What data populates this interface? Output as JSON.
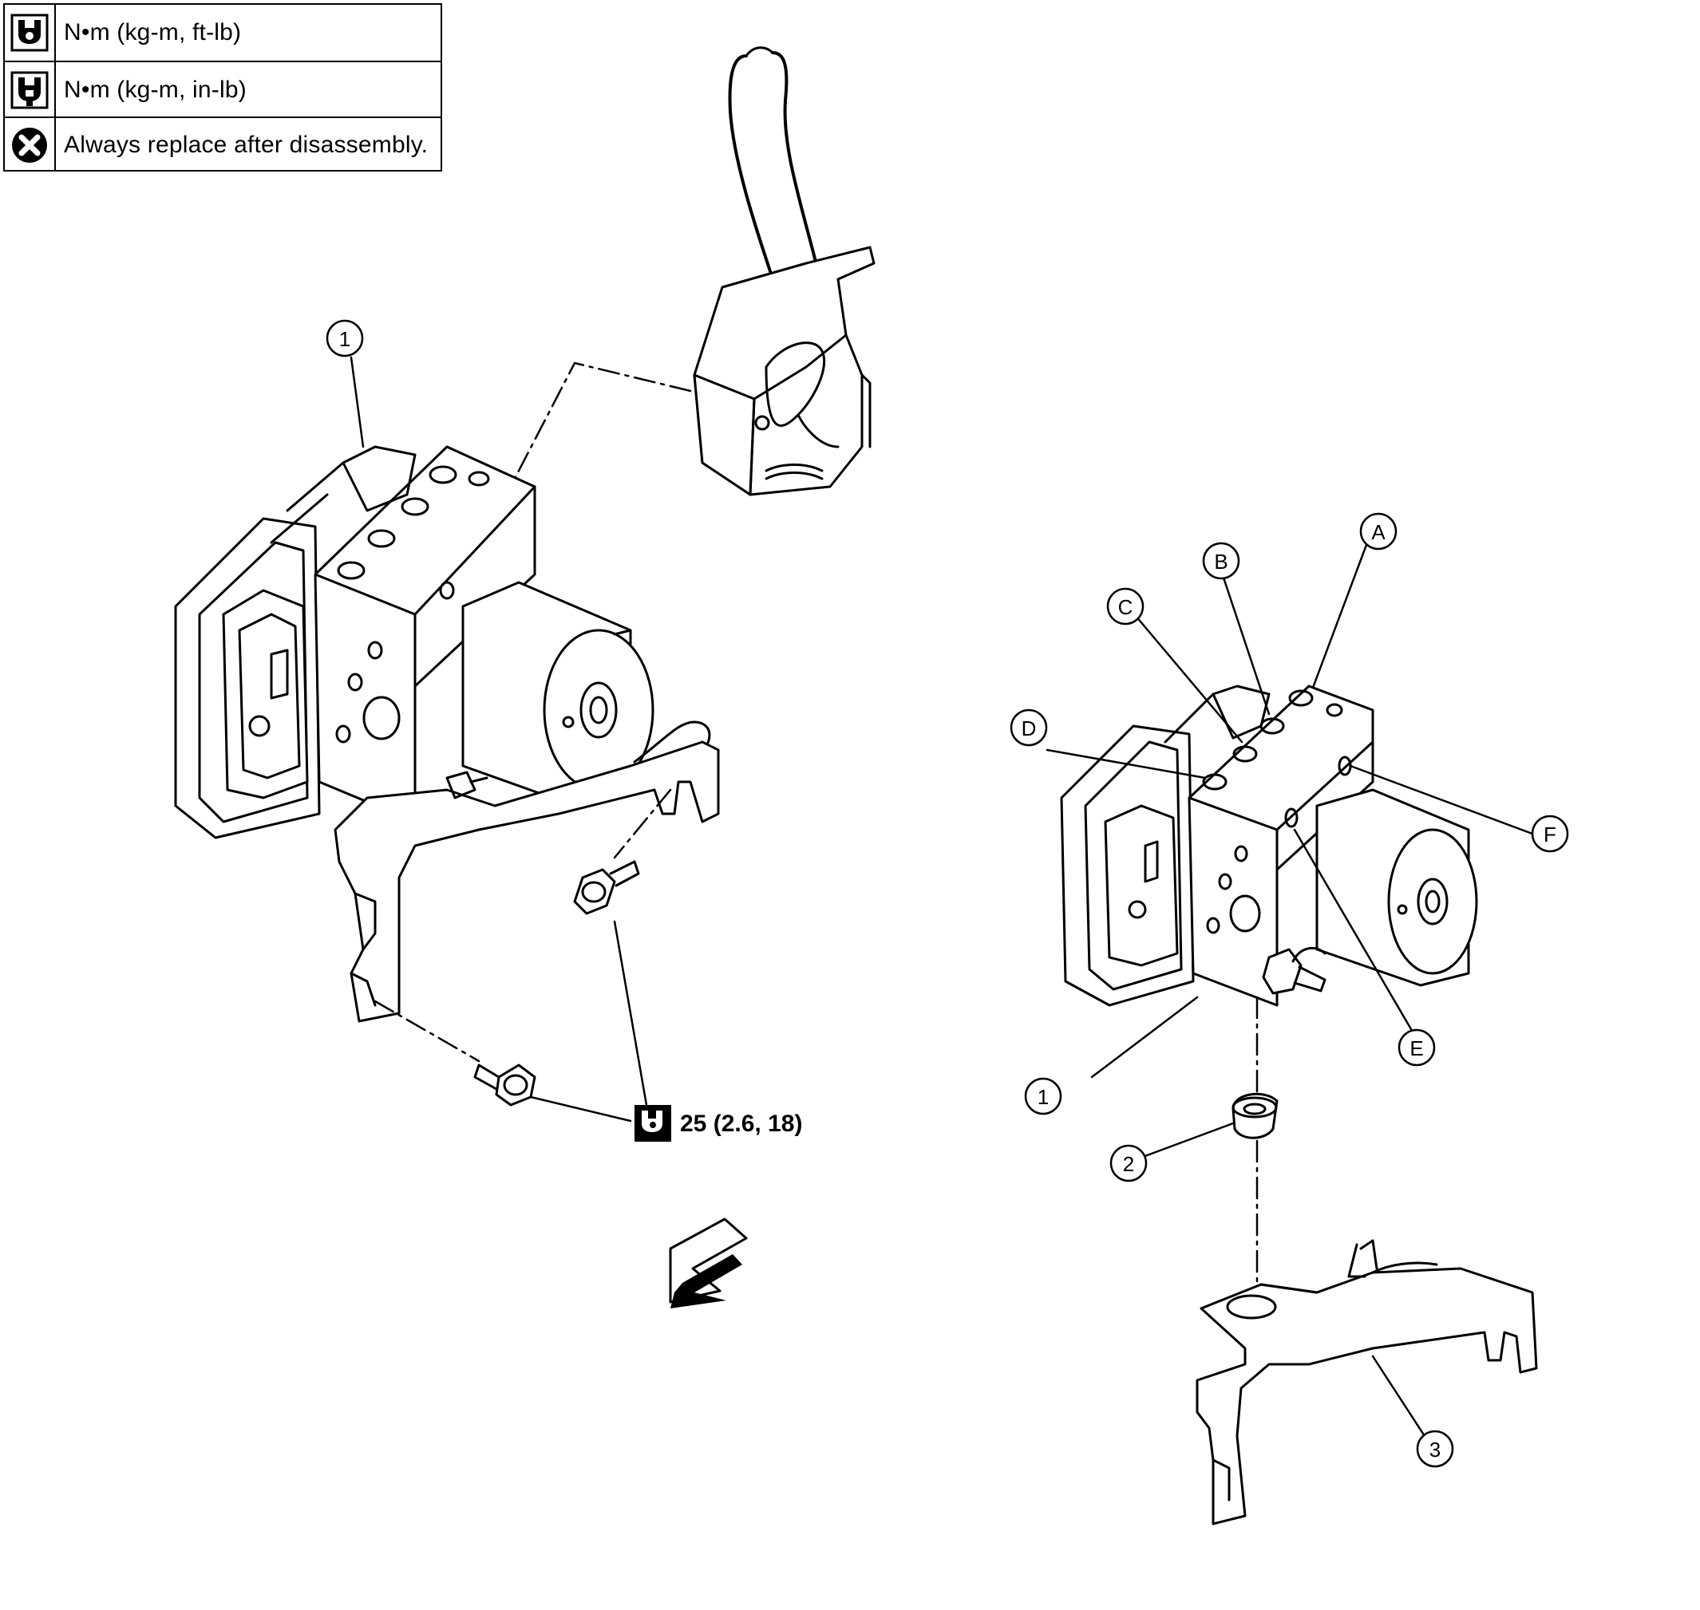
{
  "legend": {
    "rows": [
      {
        "icon": "torque-wrench-ft-lb-icon",
        "text": "N•m (kg-m, ft-lb)"
      },
      {
        "icon": "torque-wrench-in-lb-icon",
        "text": "N•m (kg-m, in-lb)"
      },
      {
        "icon": "replace-x-icon",
        "text": "Always replace after disassembly."
      }
    ]
  },
  "torque": {
    "value": "25 (2.6, 18)"
  },
  "callouts": {
    "left_actuator": "1",
    "right_actuator": "1",
    "grommet": "2",
    "bracket": "3",
    "A": "A",
    "B": "B",
    "C": "C",
    "D": "D",
    "E": "E",
    "F": "F"
  },
  "colors": {
    "ink": "#000000",
    "paper": "#ffffff"
  }
}
